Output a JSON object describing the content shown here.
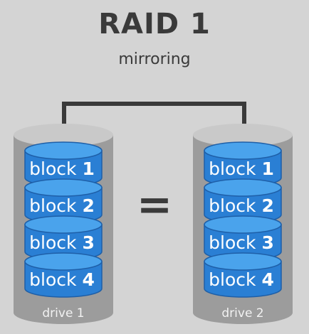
{
  "title": "RAID 1",
  "subtitle": "mirroring",
  "equals": "=",
  "drives": [
    {
      "label": "drive 1",
      "blocks": [
        {
          "word": "block",
          "num": "1"
        },
        {
          "word": "block",
          "num": "2"
        },
        {
          "word": "block",
          "num": "3"
        },
        {
          "word": "block",
          "num": "4"
        }
      ]
    },
    {
      "label": "drive 2",
      "blocks": [
        {
          "word": "block",
          "num": "1"
        },
        {
          "word": "block",
          "num": "2"
        },
        {
          "word": "block",
          "num": "3"
        },
        {
          "word": "block",
          "num": "4"
        }
      ]
    }
  ],
  "colors": {
    "background": "#d4d4d4",
    "text": "#3a3a3a",
    "drive_body": "#9c9c9c",
    "drive_top": "#c9c9c9",
    "block_fill": "#2a7fd4",
    "block_top": "#4aa3ec",
    "block_edge": "#1e5fa8",
    "connector": "#3a3a3a"
  }
}
